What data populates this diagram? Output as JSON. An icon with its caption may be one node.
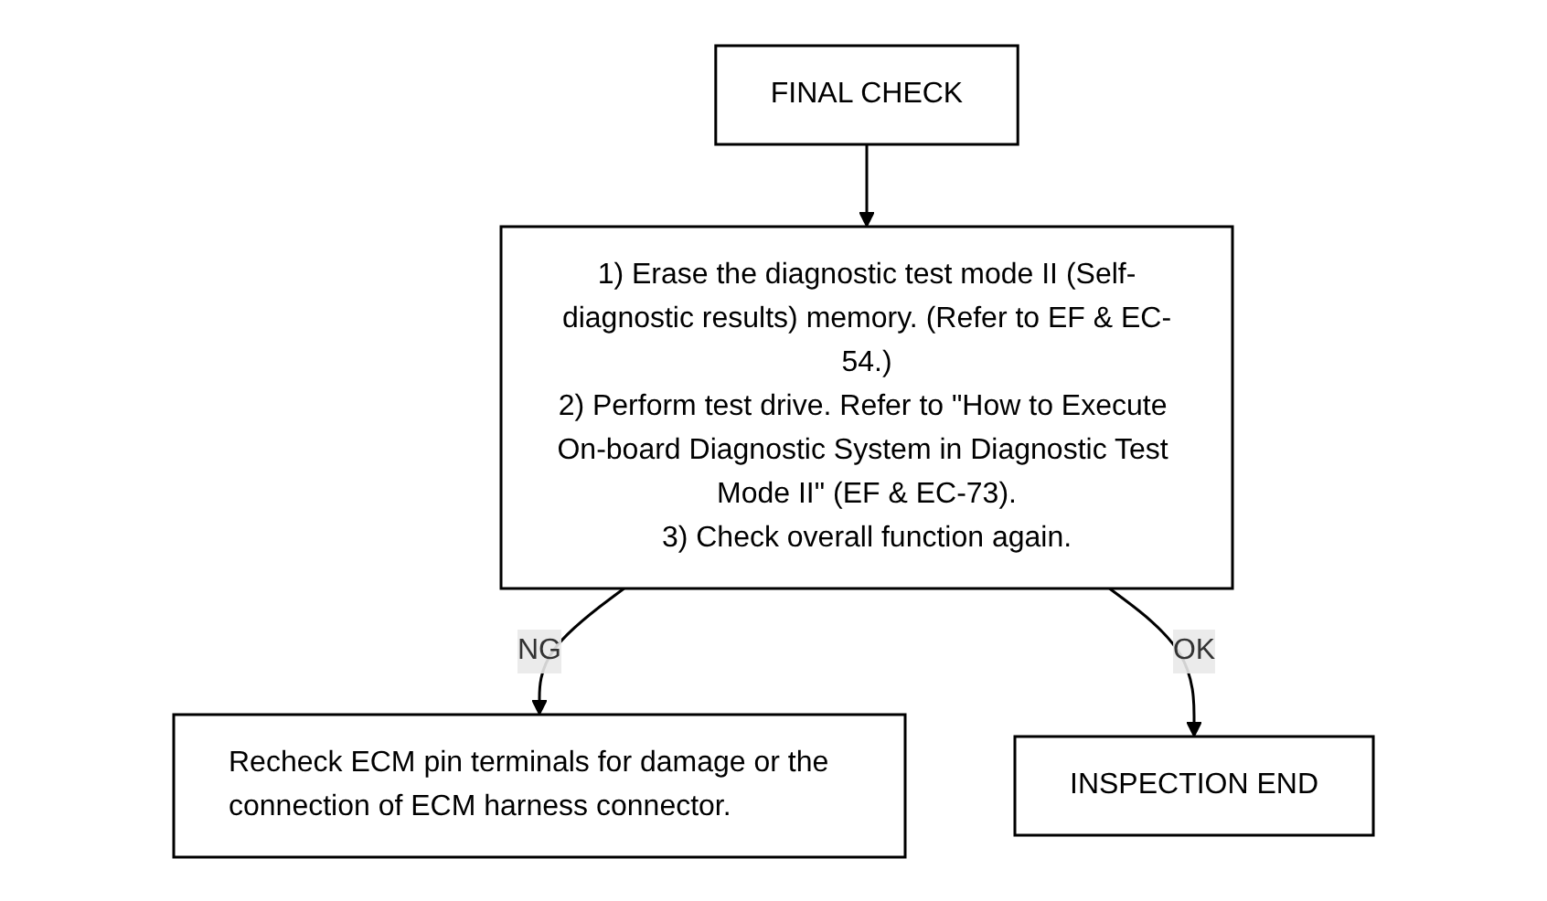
{
  "diagram": {
    "nodes": [
      {
        "text": [
          "FINAL CHECK"
        ]
      },
      {
        "text": [
          "1) Erase the diagnostic test mode II (Self-diagnostic results) memory. (Refer to EF & EC-54.)",
          "2) Perform test drive. Refer to \"How to Execute On-board Diagnostic System in Diagnostic Test Mode II\" (EF & EC-73).",
          "3) Check overall function again."
        ]
      },
      {
        "text": [
          "Recheck ECM pin terminals for damage or the connection of ECM harness connector."
        ]
      },
      {
        "text": [
          "INSPECTION END"
        ]
      }
    ],
    "edges": [
      {
        "from": 0,
        "to": 1,
        "arrow": "to"
      },
      {
        "from": 1,
        "to": 2,
        "arrow": "to",
        "label": "NG"
      },
      {
        "from": 1,
        "to": 3,
        "arrow": "to",
        "label": "OK"
      }
    ]
  }
}
